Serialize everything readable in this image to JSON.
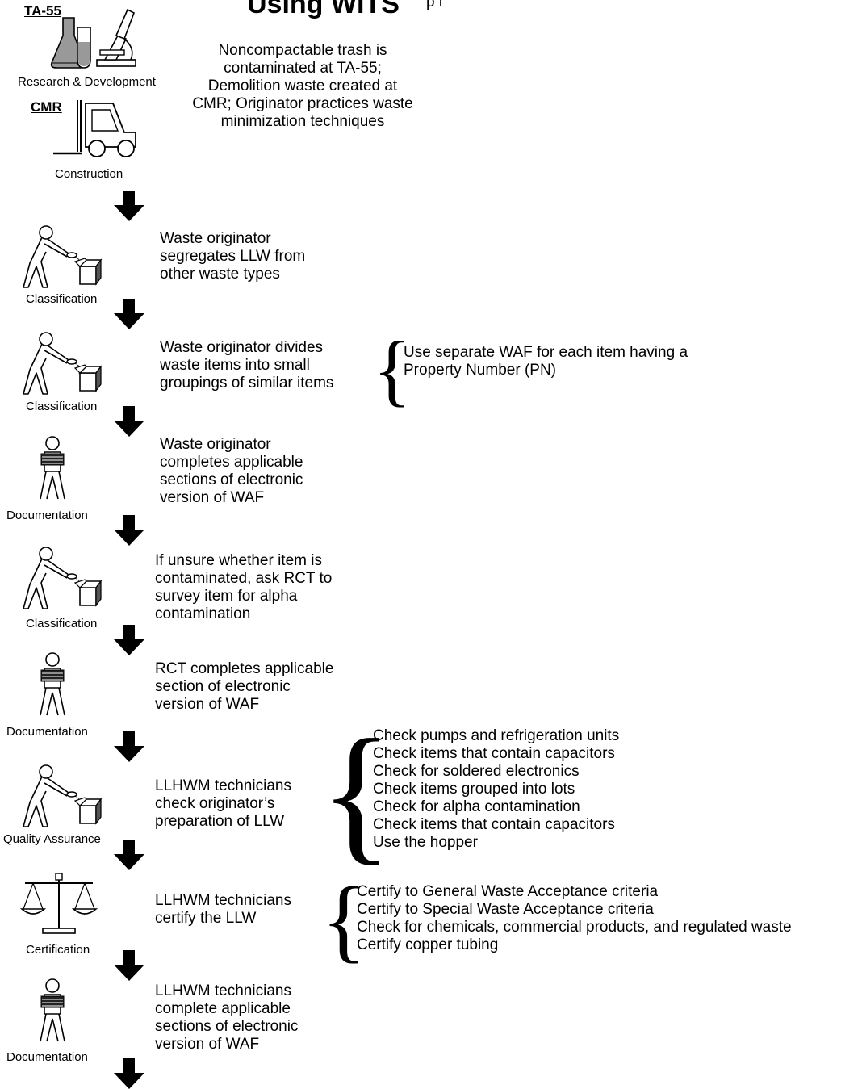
{
  "header": {
    "title": "Using WITS",
    "subtitle": "p       l"
  },
  "origin": {
    "tag_rd": "TA-55",
    "caption_rd": "Research & Development",
    "tag_cmr": "CMR",
    "caption_construction": "Construction",
    "description": [
      "Noncompactable trash is",
      "contaminated at TA-55;",
      "Demolition waste created at",
      "CMR; Originator practices waste",
      "minimization techniques"
    ]
  },
  "steps": [
    {
      "caption": "Classification",
      "icon": "worker-with-box-icon",
      "text": [
        "Waste originator",
        "segregates LLW from",
        "other waste types"
      ]
    },
    {
      "caption": "Classification",
      "icon": "worker-with-box-icon",
      "text": [
        "Waste originator divides",
        "waste items into small",
        "groupings of similar items"
      ],
      "note": [
        "Use separate WAF for each item having a",
        "Property Number (PN)"
      ]
    },
    {
      "caption": "Documentation",
      "icon": "person-carrying-documents-icon",
      "text": [
        "Waste originator",
        "completes applicable",
        "sections of electronic",
        "version of WAF"
      ]
    },
    {
      "caption": "Classification",
      "icon": "worker-with-box-icon",
      "text": [
        "If unsure whether item is",
        "contaminated, ask RCT to",
        "survey item for alpha",
        "contamination"
      ]
    },
    {
      "caption": "Documentation",
      "icon": "person-carrying-documents-icon",
      "text": [
        "RCT completes applicable",
        "section of electronic",
        "version of WAF"
      ]
    },
    {
      "caption": "Quality Assurance",
      "icon": "worker-with-box-icon",
      "text": [
        "LLHWM technicians",
        "check originator’s",
        "preparation of LLW"
      ],
      "list": [
        "Check pumps and refrigeration units",
        "Check items that contain capacitors",
        "Check for soldered electronics",
        "Check items grouped into lots",
        "Check for alpha contamination",
        "Check items that contain capacitors",
        "Use the hopper"
      ]
    },
    {
      "caption": "Certification",
      "icon": "balance-scale-icon",
      "text": [
        "LLHWM technicians",
        "certify the LLW"
      ],
      "list": [
        "Certify to General Waste Acceptance criteria",
        "Certify to Special Waste Acceptance criteria",
        "Check for chemicals, commercial products, and regulated waste",
        "Certify copper tubing"
      ]
    },
    {
      "caption": "Documentation",
      "icon": "person-carrying-documents-icon",
      "text": [
        "LLHWM technicians",
        "complete applicable",
        "sections of electronic",
        "version of WAF"
      ]
    }
  ]
}
